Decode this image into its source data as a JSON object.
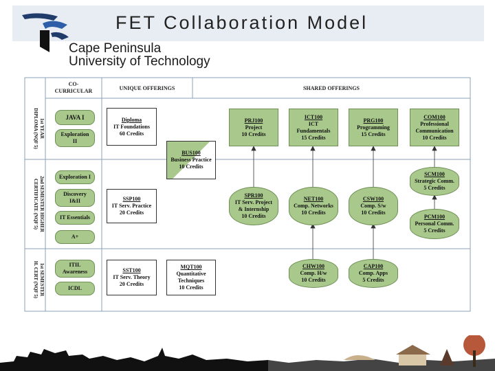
{
  "title": "FET Collaboration Model",
  "logo": {
    "line1": "Cape Peninsula",
    "line2": "University of Technology"
  },
  "headers": {
    "co_curricular": "CO-\nCURRICULAR",
    "unique": "UNIQUE OFFERINGS",
    "shared": "SHARED OFFERINGS"
  },
  "rows": [
    {
      "label": "1st YEAR\nDIPLOMA (NQF 5)"
    },
    {
      "label": "2nd SEMESTER HIGHER\nCERTIFICATE (NQF 5)"
    },
    {
      "label": "1st SEMESTER\nH. CERT (NQF 5)"
    }
  ],
  "co_curricular": [
    "JAVA I",
    "Exploration II",
    "Exploration I",
    "Discovery I&II",
    "IT Essentials",
    "A+",
    "ITIL Awareness",
    "ICDL"
  ],
  "unique": {
    "diploma": [
      "Diploma",
      "IT Foundations",
      "60 Credits"
    ],
    "bus100": [
      "BUS100",
      "Business Practice",
      "10 Credits"
    ],
    "ssp100": [
      "SSP100",
      "IT Serv. Practice",
      "20 Credits"
    ],
    "sst100": [
      "SST100",
      "IT Serv. Theory",
      "20 Credits"
    ],
    "mqt100": [
      "MQT100",
      "Quantitative",
      "Techniques",
      "10 Credits"
    ]
  },
  "shared": {
    "prj100": [
      "PRJ100",
      "Project",
      "10 Credits"
    ],
    "ict100": [
      "ICT100",
      "ICT",
      "Fundamentals",
      "15 Credits"
    ],
    "prg100": [
      "PRG100",
      "Programming",
      "15 Credits"
    ],
    "com100": [
      "COM100",
      "Professional",
      "Communication",
      "10 Credits"
    ],
    "spr100": [
      "SPR100",
      "IT Serv. Project",
      "& Internship",
      "10 Credits"
    ],
    "net100": [
      "NET100",
      "Comp. Networks",
      "10 Credits"
    ],
    "csw100": [
      "CSW100",
      "Comp. S/w",
      "10 Credits"
    ],
    "scm100": [
      "SCM100",
      "Strategic Comm.",
      "5 Credits"
    ],
    "pcm100": [
      "PCM100",
      "Personal Comm.",
      "5 Credits"
    ],
    "chw100": [
      "CHW100",
      "Comp. H/w",
      "10 Credits"
    ],
    "cap100": [
      "CAP100",
      "Comp. Apps",
      "5 Credits"
    ]
  },
  "colors": {
    "green": "#a9c98c",
    "green_border": "#6e8f55",
    "title_bg": "#e8edf3",
    "grid": "#8aa0b8"
  }
}
